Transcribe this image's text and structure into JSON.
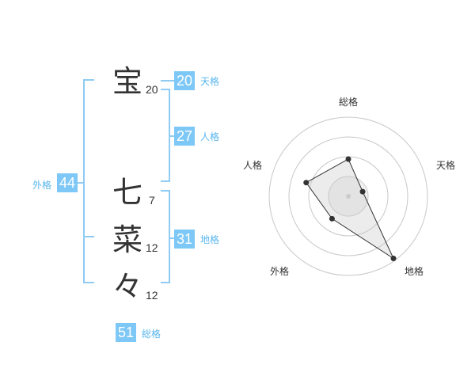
{
  "colors": {
    "accent": "#7dc8f6",
    "bracket": "#8fcbf2",
    "label": "#59b6ee",
    "text": "#333333"
  },
  "name": {
    "chars": [
      {
        "char": "宝",
        "strokes": "20"
      },
      {
        "char": "七",
        "strokes": "7"
      },
      {
        "char": "菜",
        "strokes": "12"
      },
      {
        "char": "々",
        "strokes": "12"
      }
    ]
  },
  "fortune": {
    "tenkaku": {
      "value": "20",
      "label": "天格"
    },
    "jinkaku": {
      "value": "27",
      "label": "人格"
    },
    "chikaku": {
      "value": "31",
      "label": "地格"
    },
    "gaikaku": {
      "value": "44",
      "label": "外格"
    },
    "soukaku": {
      "value": "51",
      "label": "総格"
    }
  },
  "chart_data": {
    "type": "radar",
    "axes": [
      "総格",
      "天格",
      "地格",
      "外格",
      "人格"
    ],
    "values": [
      0.47,
      0.19,
      0.97,
      0.35,
      0.56
    ],
    "rings": 4
  }
}
